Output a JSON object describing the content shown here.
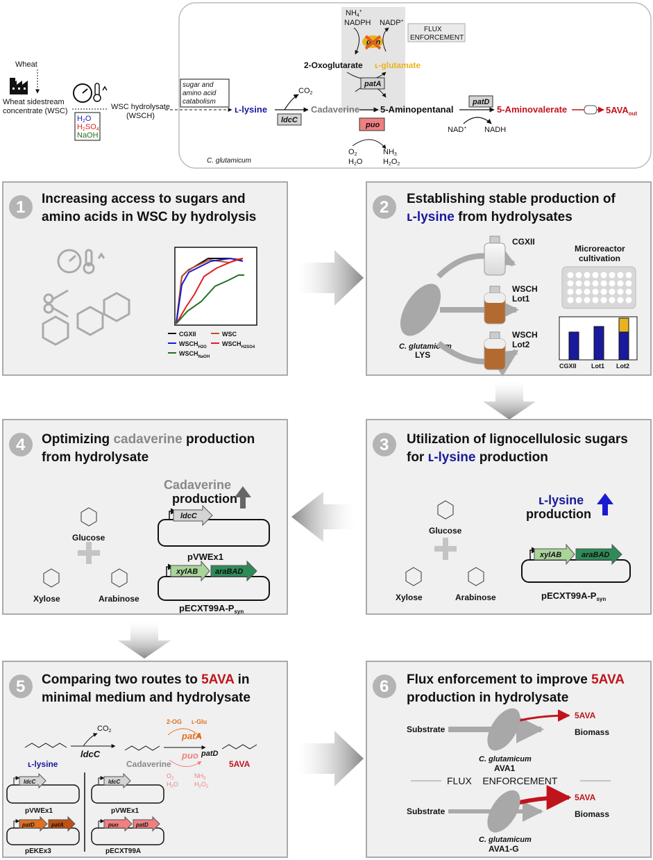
{
  "pathway": {
    "wheat": "Wheat",
    "wsc_1": "Wheat sidestream",
    "wsc_2": "concentrate (WSC)",
    "wsch_1": "WSC hydrolysate",
    "wsch_2": "(WSCH)",
    "catab_1": "sugar and",
    "catab_2": "amino acid",
    "catab_3": "catabolism",
    "lysine": "ʟ-lysine",
    "cadaverine": "Cadaverine",
    "aminopentanal": "5-Aminopentanal",
    "aminovalerate": "5-Aminovalerate",
    "ava_out": "5AVA",
    "ava_out_sub": "out",
    "oxoglutarate": "2-Oxoglutarate",
    "glutamate": "ʟ-glutamate",
    "flux_1": "FLUX",
    "flux_2": "ENFORCEMENT",
    "organism": "C. glutamicum",
    "gdh": "gdh",
    "patA": "patA",
    "ldcC": "ldcC",
    "puo": "puo",
    "patD": "patD",
    "co2": "CO",
    "nh4": "NH",
    "nadph": "NADPH",
    "nadp": "NADP",
    "o2": "O",
    "h2o": "H",
    "nh3": "NH",
    "h2o2": "H",
    "nad": "NAD",
    "nadh": "NADH",
    "sol_h2o": "H",
    "sol_h2so4": "H",
    "sol_naoh": "NaOH"
  },
  "panel1": {
    "num": "1",
    "title_1": "Increasing access to sugars and",
    "title_2": "amino acids in WSC by hydrolysis",
    "legend": [
      "CGXII",
      "WSC",
      "WSCH",
      "WSCH",
      "WSCH"
    ],
    "legend_subs": [
      "",
      "",
      "H2O",
      "H2SO4",
      "NaOH"
    ]
  },
  "panel2": {
    "num": "2",
    "title_1": "Establishing stable production of",
    "title_2": "from hydrolysates",
    "title_lysine": "ʟ-lysine",
    "organism_1": "C. glutamicum",
    "organism_2": "LYS",
    "bottle_1": "CGXII",
    "bottle_2a": "WSCH",
    "bottle_2b": "Lot1",
    "bottle_3a": "WSCH",
    "bottle_3b": "Lot2",
    "micro_1": "Microreactor",
    "micro_2": "cultivation",
    "bar_labels": [
      "CGXII",
      "Lot1",
      "Lot2"
    ]
  },
  "panel3": {
    "num": "3",
    "title_1": "Utilization of lignocellulosic sugars",
    "title_2a": "for",
    "title_lysine": "ʟ-lysine",
    "title_2b": "production",
    "glucose": "Glucose",
    "xylose": "Xylose",
    "arabinose": "Arabinose",
    "prod_1": "ʟ-lysine",
    "prod_2": "production",
    "gene_1": "xylAB",
    "gene_2": "araBAD",
    "plasmid": "pECXT99A-P",
    "plasmid_sub": "syn"
  },
  "panel4": {
    "num": "4",
    "title_1a": "Optimizing",
    "title_cad": "cadaverine",
    "title_1b": "production",
    "title_2": "from hydrolysate",
    "glucose": "Glucose",
    "xylose": "Xylose",
    "arabinose": "Arabinose",
    "prod_1": "Cadaverine",
    "prod_2": "production",
    "gene_ldc": "ldcC",
    "plasmid_1": "pVWEx1",
    "gene_1": "xylAB",
    "gene_2": "araBAD",
    "plasmid_2": "pECXT99A-P",
    "plasmid_2_sub": "syn"
  },
  "panel5": {
    "num": "5",
    "title_1a": "Comparing two routes to",
    "title_ava": "5AVA",
    "title_1b": "in",
    "title_2": "minimal medium and hydrolysate",
    "lysine": "ʟ-lysine",
    "ldcC": "ldcC",
    "cadaverine": "Cadaverine",
    "ava": "5AVA",
    "og": "2-OG",
    "glu": "ʟ-Glu",
    "patA": "patA",
    "puo": "puo",
    "patD": "patD",
    "co2": "CO",
    "o2": "O",
    "h2o": "H",
    "nh3": "NH",
    "h2o2": "H",
    "p1_gene": "ldcC",
    "p1": "pVWEx1",
    "p2_gene_a": "patD",
    "p2_gene_b": "patA",
    "p2": "pEKEx3",
    "p3_gene": "ldcC",
    "p3": "pVWEx1",
    "p4_gene_a": "puo",
    "p4_gene_b": "patD",
    "p4": "pECXT99A"
  },
  "panel6": {
    "num": "6",
    "title_1a": "Flux enforcement to improve",
    "title_ava": "5AVA",
    "title_2": "production in hydrolysate",
    "substrate": "Substrate",
    "ava": "5AVA",
    "biomass": "Biomass",
    "org_a_1": "C. glutamicum",
    "org_a_2": "AVA1",
    "flux": "FLUX    ENFORCEMENT",
    "org_b_1": "C. glutamicum",
    "org_b_2": "AVA1-G"
  },
  "colors": {
    "lysine": "#1a1a9c",
    "cadaverine": "#7a7a7a",
    "ava": "#c0141c",
    "glutamate": "#e8b320",
    "puo_fill": "#f08080",
    "gene_gray": "#d4d4d4",
    "xylab": "#a9d49a",
    "arabad": "#2e8b57",
    "patD_orange": "#e07020",
    "pata_orange": "#c05010"
  }
}
